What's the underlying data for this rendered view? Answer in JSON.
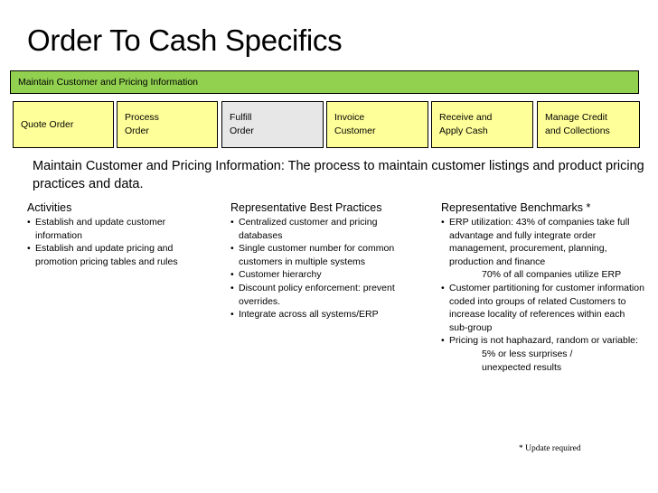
{
  "title": "Order To Cash Specifics",
  "process_bar": "Maintain Customer and Pricing Information",
  "steps": [
    {
      "line1": "Quote Order",
      "line2": ""
    },
    {
      "line1": "Process",
      "line2": "Order"
    },
    {
      "line1": "Fulfill",
      "line2": "Order"
    },
    {
      "line1": "Invoice",
      "line2": "Customer"
    },
    {
      "line1": "Receive and",
      "line2": "Apply Cash"
    },
    {
      "line1": "Manage Credit",
      "line2": "and Collections"
    }
  ],
  "description": "Maintain Customer and Pricing Information: The process to maintain customer listings and product pricing practices and data.",
  "activities": {
    "heading": "Activities",
    "items": [
      "Establish and update customer information",
      "Establish and update pricing and promotion pricing tables and rules"
    ]
  },
  "best_practices": {
    "heading": "Representative Best Practices",
    "items": [
      "Centralized customer and pricing databases",
      "Single customer number for common customers in multiple systems",
      "Customer hierarchy",
      "Discount policy enforcement: prevent overrides.",
      "Integrate across all systems/ERP"
    ]
  },
  "benchmarks": {
    "heading": "Representative Benchmarks *",
    "items": [
      {
        "text": "ERP utilization: 43% of companies take full advantage and fully integrate order management, procurement, planning, production and finance",
        "sub": "70% of all companies utilize ERP"
      },
      {
        "text": "Customer partitioning for customer information  coded into groups of related Customers to increase locality of references within each sub-group",
        "sub": ""
      },
      {
        "text": "Pricing is not haphazard, random or variable:",
        "sub": "5% or less surprises / unexpected results"
      }
    ]
  },
  "footnote": "* Update required"
}
